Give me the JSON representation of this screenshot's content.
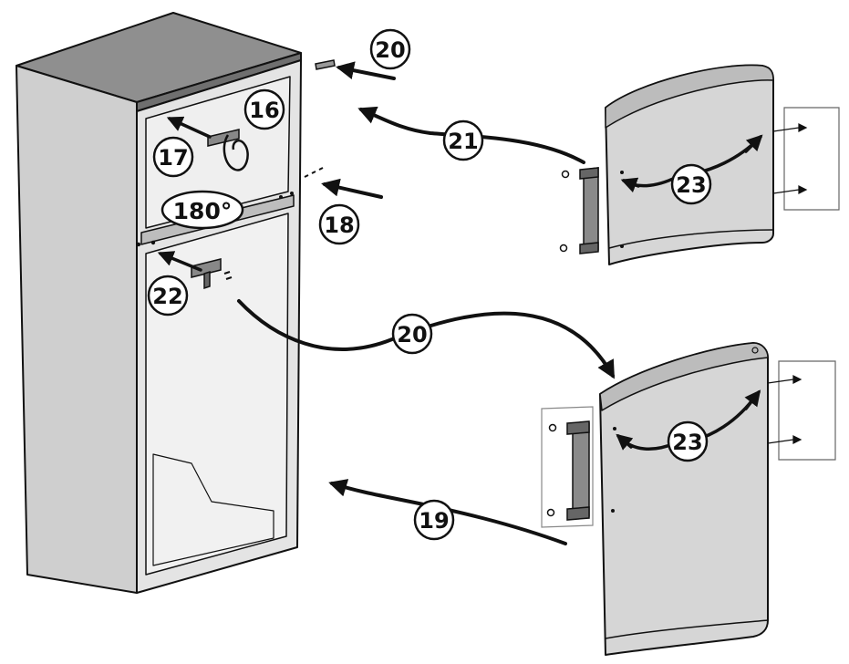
{
  "diagram": {
    "callouts": [
      {
        "id": "c16",
        "label": "16"
      },
      {
        "id": "c17",
        "label": "17"
      },
      {
        "id": "c18",
        "label": "18"
      },
      {
        "id": "c19",
        "label": "19"
      },
      {
        "id": "c20a",
        "label": "20"
      },
      {
        "id": "c20b",
        "label": "20"
      },
      {
        "id": "c21",
        "label": "21"
      },
      {
        "id": "c22",
        "label": "22"
      },
      {
        "id": "c23a",
        "label": "23"
      },
      {
        "id": "c23b",
        "label": "23"
      }
    ],
    "rotation_label": "180°"
  },
  "colors": {
    "line": "#111111",
    "cabinet_top": "#8f8f8f",
    "cabinet_side": "#cfcfcf",
    "cabinet_front": "#e2e2e2",
    "door_face": "#d6d6d6",
    "handle": "#8a8a8a",
    "background": "#ffffff"
  }
}
